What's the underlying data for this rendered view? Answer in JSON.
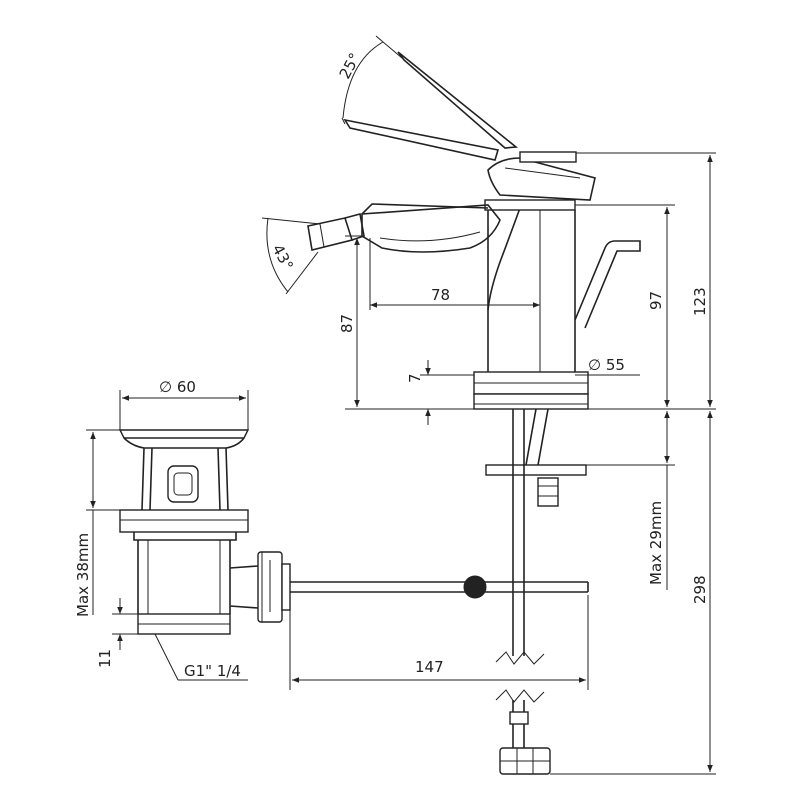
{
  "drawing": {
    "dimensions": {
      "lever_angle": "25°",
      "spout_angle": "43°",
      "spout_reach": "78",
      "faucet_diameter": "∅ 55",
      "base_thickness": "7",
      "spout_height": "87",
      "body_height": "97",
      "total_height": "123",
      "deck_thickness": "Max 29mm",
      "overall_height": "298",
      "waste_diameter": "∅ 60",
      "waste_depth": "Max 38mm",
      "thread_length": "11",
      "thread_size": "G1\" 1/4",
      "rod_length": "147"
    }
  }
}
